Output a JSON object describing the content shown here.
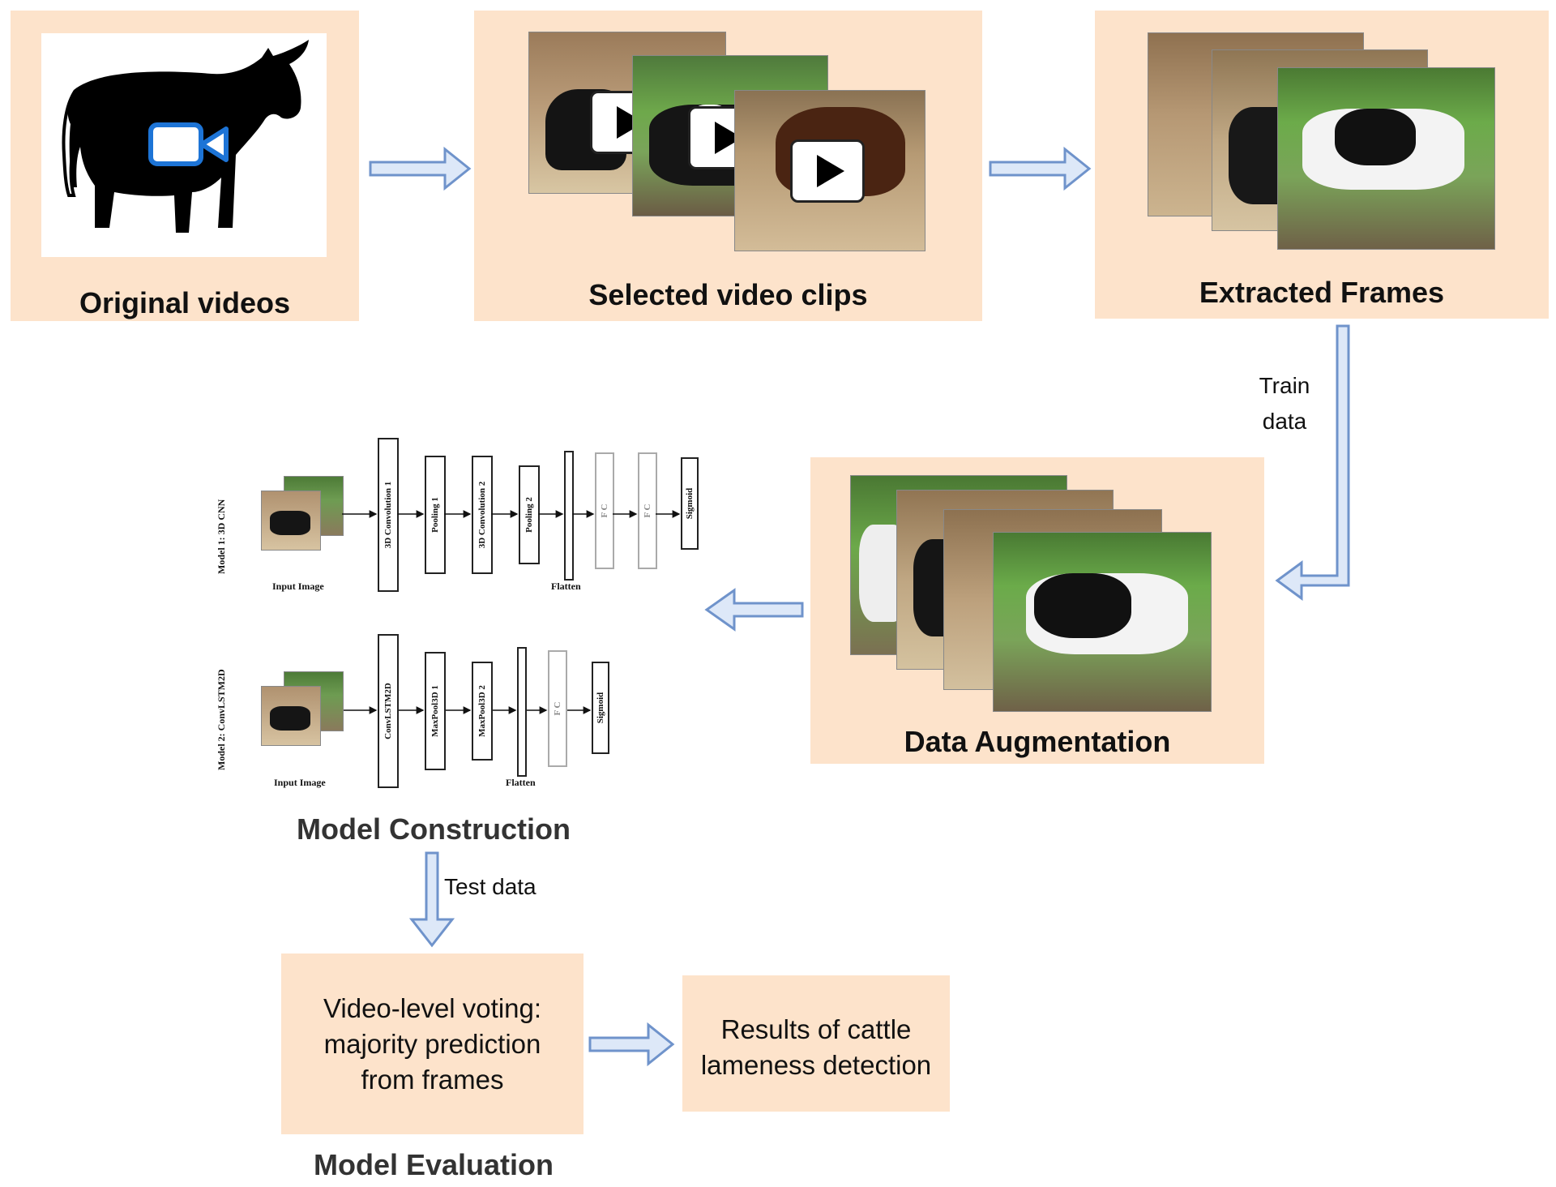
{
  "stages": {
    "original": "Original videos",
    "clips": "Selected video clips",
    "frames": "Extracted Frames",
    "augmentation": "Data Augmentation",
    "construction": "Model Construction",
    "evaluation": "Model Evaluation"
  },
  "edge_labels": {
    "train": "Train\ndata",
    "test": "Test data"
  },
  "evaluation_box": "Video-level voting:\nmajority prediction\nfrom frames",
  "results_box": "Results of cattle\nlameness detection",
  "model1": {
    "label": "Model 1: 3D CNN",
    "input": "Input Image",
    "flatten": "Flatten",
    "layers": [
      "3D Convolution 1",
      "Pooling 1",
      "3D Convolution 2",
      "Pooling 2",
      "F C",
      "F C",
      "Sigmoid"
    ]
  },
  "model2": {
    "label": "Model 2: ConvLSTM2D",
    "input": "Input Image",
    "flatten": "Flatten",
    "layers": [
      "ConvLSTM2D",
      "MaxPool3D 1",
      "MaxPool3D 2",
      "F C",
      "Sigmoid"
    ]
  },
  "colors": {
    "box_fill": "#fde3cb",
    "arrow_fill": "#dde8f8",
    "arrow_stroke": "#6f93cb",
    "camera": "#1d74d6"
  },
  "icons": [
    "cow-silhouette-icon",
    "video-camera-icon",
    "play-icon"
  ]
}
